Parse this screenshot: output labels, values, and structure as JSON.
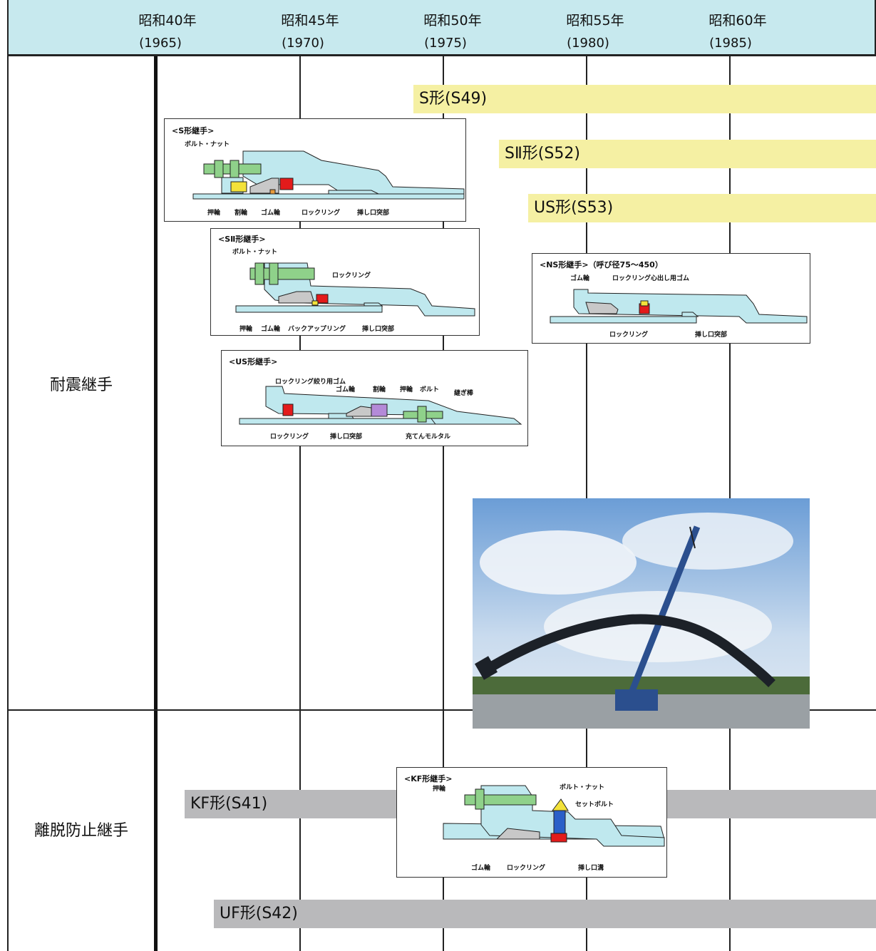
{
  "header": {
    "years": [
      {
        "era": "昭和40年",
        "ad": "(1965)"
      },
      {
        "era": "昭和45年",
        "ad": "(1970)"
      },
      {
        "era": "昭和50年",
        "ad": "(1975)"
      },
      {
        "era": "昭和55年",
        "ad": "(1980)"
      },
      {
        "era": "昭和60年",
        "ad": "(1985)"
      }
    ]
  },
  "rows": {
    "seismic": "耐震継手",
    "separation": "離脱防止継手"
  },
  "bars": {
    "s": "S形(S49)",
    "s2": "SⅡ形(S52)",
    "us": "US形(S53)",
    "kf": "KF形(S41)",
    "uf": "UF形(S42)"
  },
  "diagrams": {
    "s": {
      "title": "<S形継手>",
      "labels": [
        "ボルト・ナット",
        "押輪",
        "割輪",
        "ゴム輪",
        "ロックリング",
        "挿し口突部"
      ]
    },
    "s2": {
      "title": "<SⅡ形継手>",
      "labels": [
        "ボルト・ナット",
        "ロックリング",
        "押輪",
        "ゴム輪",
        "バックアップリング",
        "挿し口突部"
      ]
    },
    "ns": {
      "title": "<NS形継手>（呼び径75～450）",
      "labels": [
        "ゴム輪",
        "ロックリング心出し用ゴム",
        "ロックリング",
        "挿し口突部"
      ]
    },
    "us": {
      "title": "<US形継手>",
      "labels": [
        "ロックリング絞り用ゴム",
        "ゴム輪",
        "割輪",
        "押輪",
        "ボルト",
        "継ぎ棒",
        "ロックリング",
        "挿し口突部",
        "充てんモルタル"
      ]
    },
    "kf": {
      "title": "<KF形継手>",
      "labels": [
        "押輪",
        "ボルト・ナット",
        "セットボルト",
        "ゴム輪",
        "ロックリング",
        "挿し口溝"
      ]
    }
  },
  "colors": {
    "header_bg": "#c7e9ee",
    "bar_yellow": "#f5f0a3",
    "bar_gray": "#b9b9bb",
    "pipe_fill": "#bfe8ee",
    "bolt_green": "#8fd18a",
    "lock_red": "#e31b1b",
    "rubber_gray": "#c8c8c8"
  },
  "photo": {
    "icon": "seismic-pipe-bending-test-photo"
  }
}
